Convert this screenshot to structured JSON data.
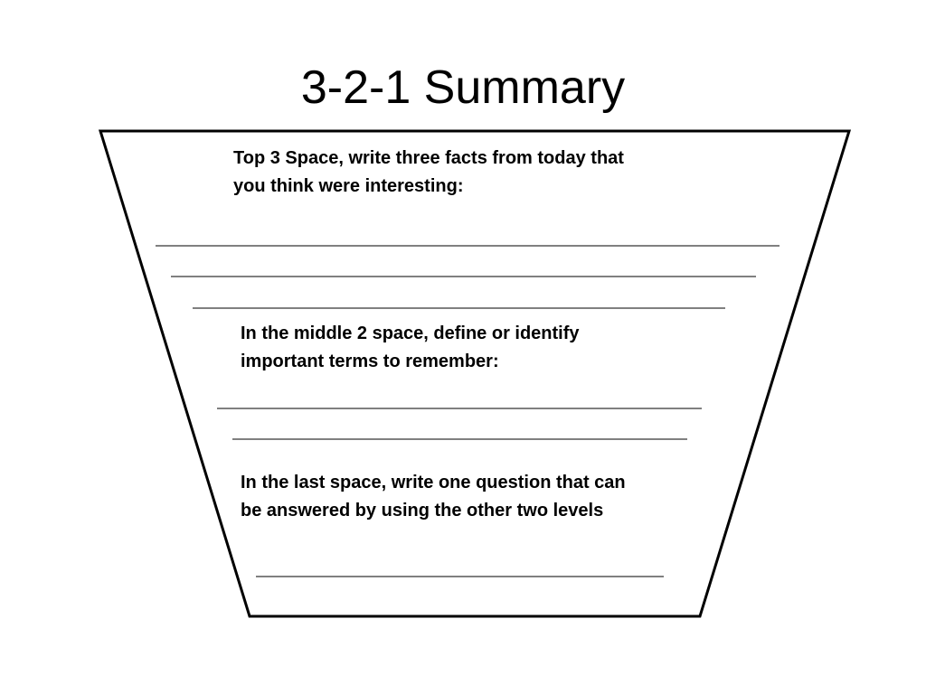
{
  "title": "3-2-1 Summary",
  "sections": {
    "top": {
      "prompt": "Top 3 Space, write three facts from today that\nyou think were interesting:",
      "answer_lines": 3
    },
    "middle": {
      "prompt": "In the middle 2 space, define or identify\nimportant terms to remember:",
      "answer_lines": 2
    },
    "last": {
      "prompt": "In the last space, write one question that can\nbe answered by using the other two levels",
      "answer_lines": 1
    }
  },
  "colors": {
    "outline": "#000000",
    "rule_line": "#000000",
    "background": "#ffffff"
  }
}
